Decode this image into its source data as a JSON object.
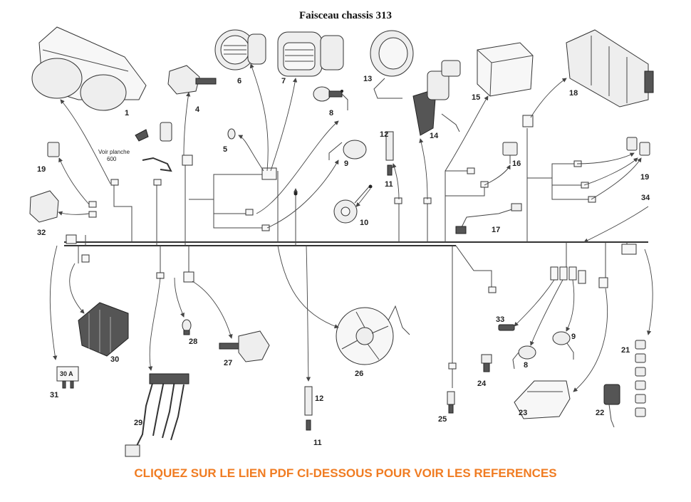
{
  "title": "Faisceau chassis 313",
  "cta_text": "CLIQUEZ SUR LE LIEN PDF CI-DESSOUS POUR VOIR LES REFERENCES",
  "cta_color": "#f07c22",
  "voir_planche_line1": "Voir planche",
  "voir_planche_line2": "600",
  "fuse_label": "30 A",
  "labels": {
    "p1": "1",
    "p4": "4",
    "p5": "5",
    "p6": "6",
    "p7": "7",
    "p8": "8",
    "p9a": "9",
    "p10": "10",
    "p11a": "11",
    "p12a": "12",
    "p13": "13",
    "p14": "14",
    "p15": "15",
    "p16": "16",
    "p17": "17",
    "p18": "18",
    "p19a": "19",
    "p19b": "19",
    "p32": "32",
    "p34": "34",
    "p31": "31",
    "p30": "30",
    "p29": "29",
    "p28": "28",
    "p27": "27",
    "p26": "26",
    "p12b": "12",
    "p11b": "11",
    "p33": "33",
    "p9b": "9",
    "p8b": "8",
    "p24": "24",
    "p25": "25",
    "p23": "23",
    "p22": "22",
    "p21": "21"
  }
}
